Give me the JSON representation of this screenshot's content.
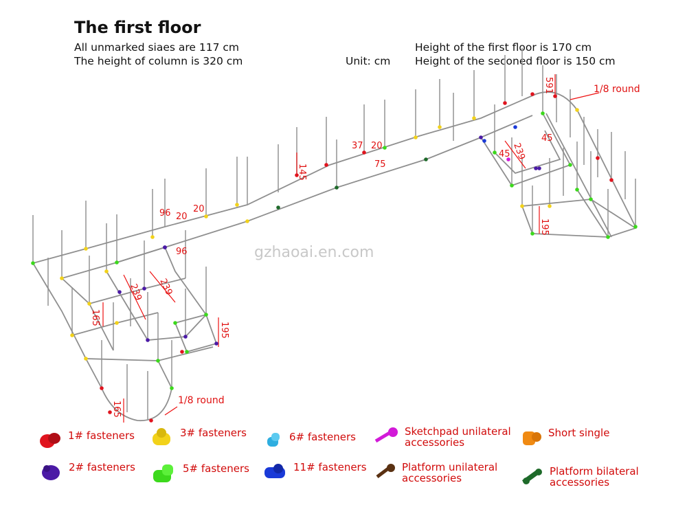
{
  "header": {
    "title": "The first floor",
    "note_sizes": "All unmarked siaes are 117 cm",
    "note_column": "The height of column is 320 cm",
    "note_unit": "Unit: cm",
    "note_first_height": "Height of the first floor is 170 cm",
    "note_second_height": "Height of the seconed floor is 150 cm"
  },
  "watermark": "gzhaoai.en.com",
  "dimensions": {
    "d145": "145",
    "d37": "37",
    "d20a": "20",
    "d75": "75",
    "d591": "591",
    "round_top": "1/8 round",
    "d45a": "45",
    "d45b": "45",
    "d239a": "239",
    "d195a": "195",
    "d96a": "96",
    "d20b": "20",
    "d20c": "20",
    "d96b": "96",
    "d239b": "239",
    "d239c": "239",
    "d165a": "165",
    "d195b": "195",
    "d165b": "165",
    "round_bottom": "1/8 round"
  },
  "legend": [
    {
      "label": "1# fasteners",
      "color": "#e0141e",
      "icon": "fastener-1-icon"
    },
    {
      "label": "3# fasteners",
      "color": "#f2d21a",
      "icon": "fastener-3-icon"
    },
    {
      "label": "6# fasteners",
      "color": "#2eaee0",
      "icon": "fastener-6-icon"
    },
    {
      "label": "Sketchpad unilateral\naccessories",
      "color": "#d21ad8",
      "icon": "sketchpad-unilateral-icon"
    },
    {
      "label": "Short single",
      "color": "#f08a12",
      "icon": "short-single-icon"
    },
    {
      "label": "2# fasteners",
      "color": "#4b1aa6",
      "icon": "fastener-2-icon"
    },
    {
      "label": "5# fasteners",
      "color": "#3cd91c",
      "icon": "fastener-5-icon"
    },
    {
      "label": "11# fasteners",
      "color": "#1a3ad8",
      "icon": "fastener-11-icon"
    },
    {
      "label": "Platform unilateral\naccessories",
      "color": "#5a3112",
      "icon": "platform-unilateral-icon"
    },
    {
      "label": "Platform bilateral\naccessories",
      "color": "#1e6a2a",
      "icon": "platform-bilateral-icon"
    }
  ]
}
